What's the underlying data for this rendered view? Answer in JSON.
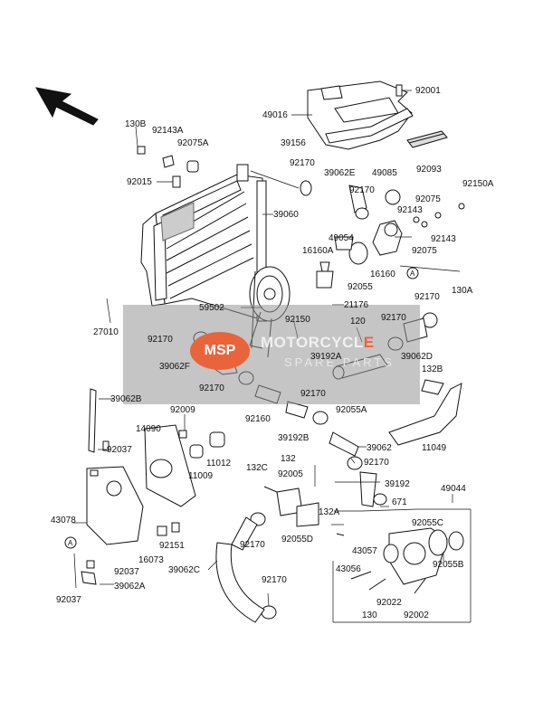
{
  "watermark": {
    "logo": "MSP",
    "brand_a": "MOTORCYCL",
    "brand_b": "E",
    "sub": "SPARE PARTS"
  },
  "callouts": {
    "c_92001": "92001",
    "c_49016": "49016",
    "c_130B": "130B",
    "c_92143A": "92143A",
    "c_92075A": "92075A",
    "c_39156": "39156",
    "c_92093": "92093",
    "c_92170_a": "92170",
    "c_39062E": "39062E",
    "c_49085": "49085",
    "c_92015": "92015",
    "c_92150A": "92150A",
    "c_92075_a": "92075",
    "c_92170_b": "92170",
    "c_39060": "39060",
    "c_92143_a": "92143",
    "c_49054": "49054",
    "c_92143_b": "92143",
    "c_16160A": "16160A",
    "c_92075_b": "92075",
    "c_16160": "16160",
    "c_130A": "130A",
    "c_92055_a": "92055",
    "c_27010": "27010",
    "c_59502": "59502",
    "c_21176": "21176",
    "c_92170_c": "92170",
    "c_92150": "92150",
    "c_120": "120",
    "c_92170_d": "92170",
    "c_92170_e": "92170",
    "c_39192A": "39192A",
    "c_39062D": "39062D",
    "c_39062F": "39062F",
    "c_132B": "132B",
    "c_92170_f": "92170",
    "c_92160": "92160",
    "c_92170_g": "92170",
    "c_92055A": "92055A",
    "c_39062B": "39062B",
    "c_92009": "92009",
    "c_14090": "14090",
    "c_39192B": "39192B",
    "c_39062": "39062",
    "c_11049": "11049",
    "c_92037_a": "92037",
    "c_11012": "11012",
    "c_132": "132",
    "c_92170_h": "92170",
    "c_11009": "11009",
    "c_132C": "132C",
    "c_92005": "92005",
    "c_39192": "39192",
    "c_49044": "49044",
    "c_671": "671",
    "c_43078": "43078",
    "c_92170_i": "92170",
    "c_92055D": "92055D",
    "c_132A": "132A",
    "c_92055C": "92055C",
    "c_16073": "16073",
    "c_92151": "92151",
    "c_43057": "43057",
    "c_92037_b": "92037",
    "c_39062C": "39062C",
    "c_43056": "43056",
    "c_92055B": "92055B",
    "c_92037_c": "92037",
    "c_39062A": "39062A",
    "c_92170_j": "92170",
    "c_92022": "92022",
    "c_130": "130",
    "c_92002": "92002",
    "ref_A_1": "A",
    "ref_A_2": "A"
  },
  "colors": {
    "line": "#111111",
    "fill": "#ffffff",
    "shade": "#d9d9d9",
    "dark": "#555555",
    "accent": "#e9643a"
  }
}
